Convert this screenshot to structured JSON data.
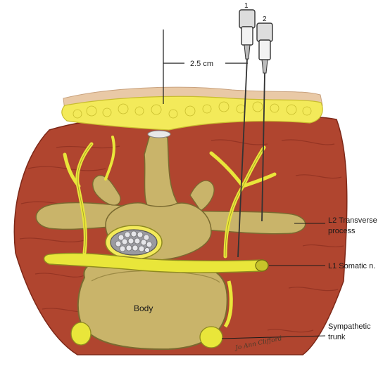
{
  "labels": {
    "needle_1": "1",
    "needle_2": "2",
    "distance": "2.5 cm",
    "transverse_line1": "L2 Transverse",
    "transverse_line2": "process",
    "somatic": "L1 Somatic n.",
    "body": "Body",
    "sympathetic_line1": "Sympathetic",
    "sympathetic_line2": "trunk",
    "signature": "Jo Ann Clifford"
  },
  "colors": {
    "muscle": "#b0452f",
    "muscle_dark": "#8a2e1f",
    "fat": "#f3ea5a",
    "skin": "#e9c9a6",
    "bone": "#c9b46a",
    "bone_dark": "#9c8a45",
    "nerve": "#e9e63a",
    "nerve_dark": "#b9b61a",
    "needle": "#333333"
  }
}
